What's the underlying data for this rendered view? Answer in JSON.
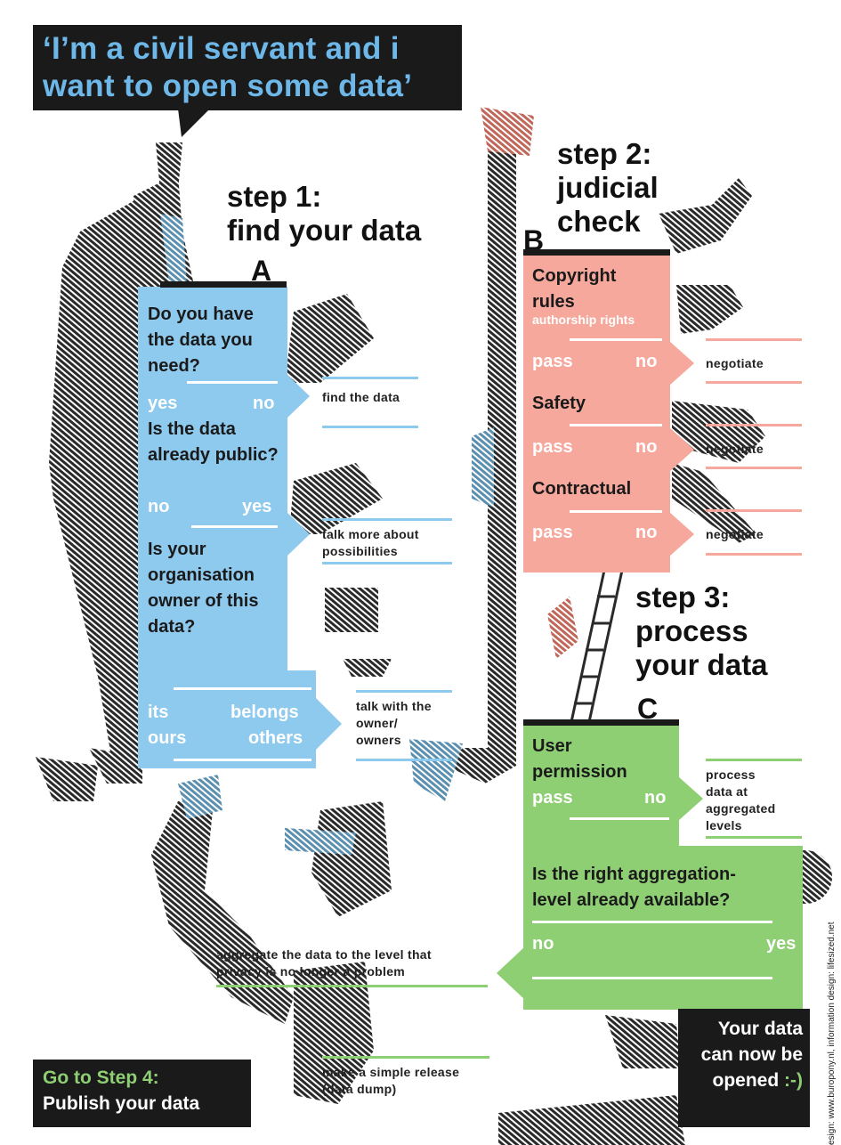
{
  "speech": {
    "title": "‘I’m a civil servant and i want to open some data’"
  },
  "step1": {
    "heading_line1": "step 1:",
    "heading_line2": "find your data",
    "letter": "A"
  },
  "step2": {
    "heading_line1": "step 2:",
    "heading_line2": "judicial",
    "heading_line3": "check",
    "letter": "B"
  },
  "step3": {
    "heading_line1": "step 3:",
    "heading_line2": "process",
    "heading_line3": "your data",
    "letter": "C"
  },
  "panelA": {
    "q1": "Do you have the data you need?",
    "q1_yes": "yes",
    "q1_no": "no",
    "q2": "Is the data already public?",
    "q2_no": "no",
    "q2_yes": "yes",
    "q3": "Is your organisation owner of this data?",
    "q3_its": "its",
    "q3_ours": "ours",
    "q3_belongs": "belongs",
    "q3_others": "others"
  },
  "actionsA": {
    "find": "find the data",
    "talk_more_1": "talk more about",
    "talk_more_2": "possibilities",
    "talk_owner_1": "talk with the",
    "talk_owner_2": "owner/",
    "talk_owner_3": "owners"
  },
  "panelB": {
    "c1": "Copyright rules",
    "c1_line1": "Copyright",
    "c1_line2": "rules",
    "c1_sub": "authorship rights",
    "pass": "pass",
    "no": "no",
    "c2": "Safety",
    "c3": "Contractual",
    "negotiate": "negotiate"
  },
  "panelC": {
    "q1_line1": "User",
    "q1_line2": "permission",
    "pass": "pass",
    "no": "no",
    "q2_line1": "Is the right aggregation-",
    "q2_line2": "level already available?",
    "q2_no": "no",
    "q2_yes": "yes"
  },
  "actionsC": {
    "process_1": "process",
    "process_2": "data at",
    "process_3": "aggregated",
    "process_4": "levels",
    "aggregate_1": "aggregate the data to the level that",
    "aggregate_2": "privacy is no longer a problem",
    "release_1": "make a simple release",
    "release_2": "(data dump)"
  },
  "step4": {
    "line1": "Go to Step 4:",
    "line2": "Publish your data"
  },
  "final": {
    "line1": "Your data",
    "line2": "can now be",
    "line3": "opened ",
    "smiley": ":-)"
  },
  "credit": "esign: www.buropony.nl, information design: lifesized.net",
  "colors": {
    "blue": "#8ec9ee",
    "pink": "#f5a89b",
    "green": "#8fcf74",
    "dark": "#1a1a1a",
    "title_blue": "#6db8e8"
  }
}
